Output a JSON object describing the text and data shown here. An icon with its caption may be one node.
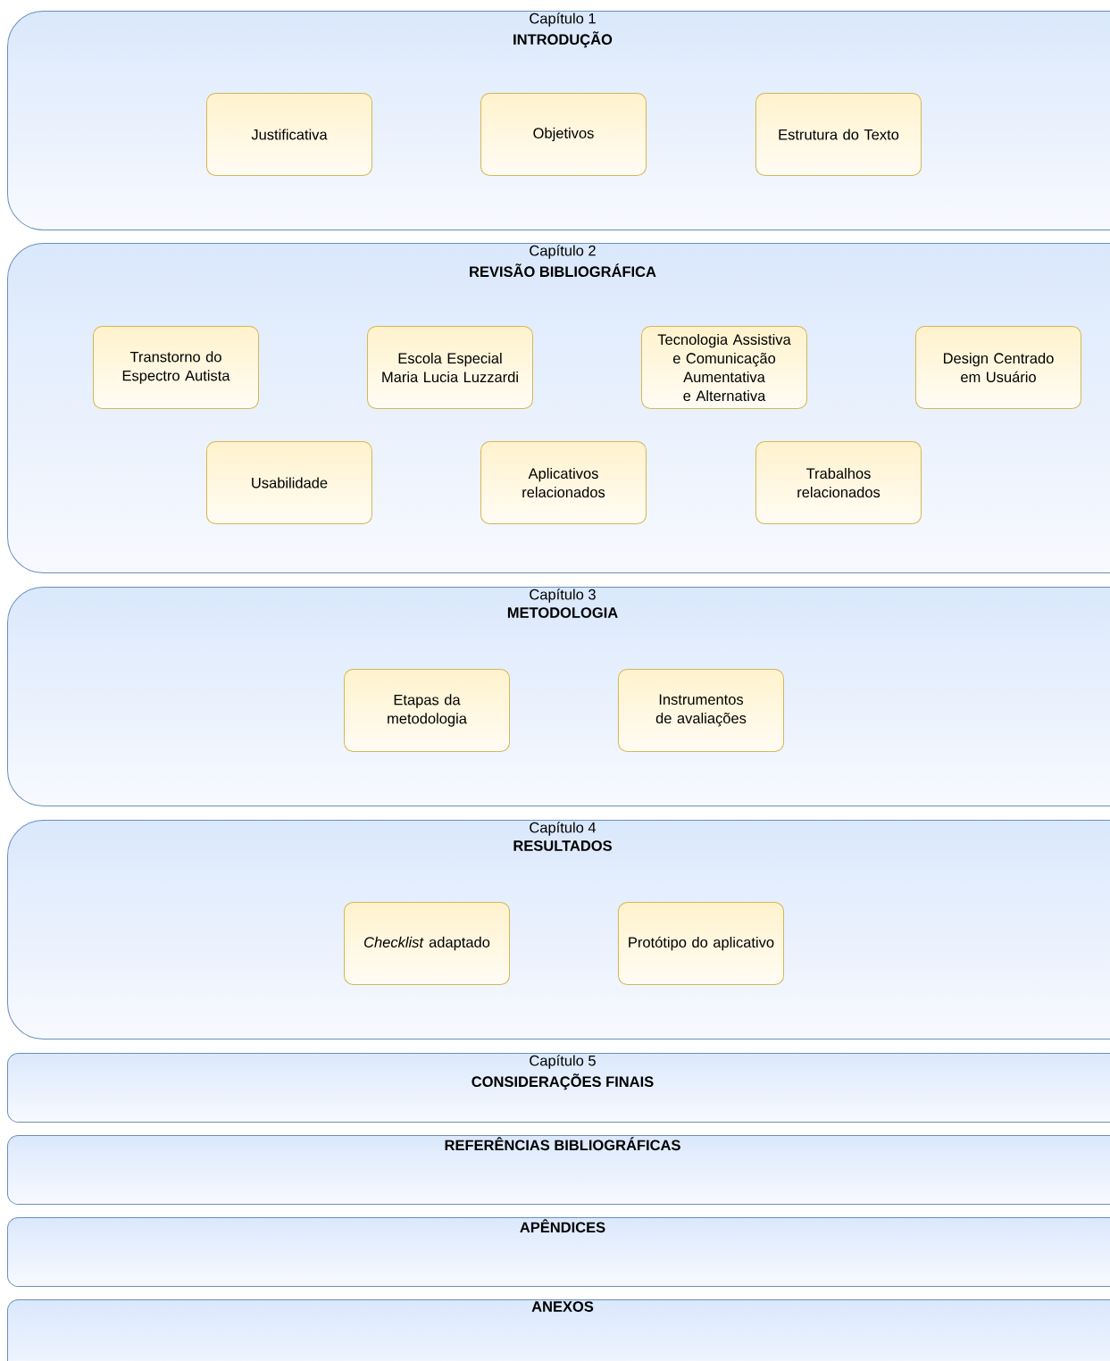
{
  "diagram": {
    "nodes": [
      {
        "text": [
          "Capítulo 1",
          "INTRODUÇÃO"
        ]
      },
      {
        "text": [
          "Justificativa"
        ],
        "in": 0
      },
      {
        "text": [
          "Objetivos"
        ],
        "in": 0
      },
      {
        "text": [
          "Estrutura do Texto"
        ],
        "in": 0
      },
      {
        "text": [
          "Capítulo 2",
          "REVISÃO BIBLIOGRÁFICA"
        ]
      },
      {
        "text": [
          "Transtorno do Espectro Autista"
        ],
        "in": 4
      },
      {
        "text": [
          "Escola Especial Maria Lucia Luzzardi"
        ],
        "in": 4
      },
      {
        "text": [
          "Tecnologia Assistiva e Comunicação Aumentativa e Alternativa"
        ],
        "in": 4
      },
      {
        "text": [
          "Design Centrado em Usuário"
        ],
        "in": 4
      },
      {
        "text": [
          "Usabilidade"
        ],
        "in": 4
      },
      {
        "text": [
          "Aplicativos relacionados"
        ],
        "in": 4
      },
      {
        "text": [
          "Trabalhos relacionados"
        ],
        "in": 4
      },
      {
        "text": [
          "Capítulo 3",
          "METODOLOGIA"
        ]
      },
      {
        "text": [
          "Etapas da metodologia"
        ],
        "in": 12
      },
      {
        "text": [
          "Instrumentos de avaliações"
        ],
        "in": 12
      },
      {
        "text": [
          "Capítulo 4",
          "RESULTADOS"
        ]
      },
      {
        "text": [
          "*Checklist* adaptado"
        ],
        "in": 15
      },
      {
        "text": [
          "Protótipo do aplicativo"
        ],
        "in": 15
      },
      {
        "text": [
          "Capítulo 5",
          "CONSIDERAÇÕES FINAIS"
        ]
      },
      {
        "text": [
          "REFERÊNCIAS BIBLIOGRÁFICAS"
        ]
      },
      {
        "text": [
          "APÊNDICES"
        ]
      },
      {
        "text": [
          "ANEXOS"
        ]
      }
    ]
  }
}
